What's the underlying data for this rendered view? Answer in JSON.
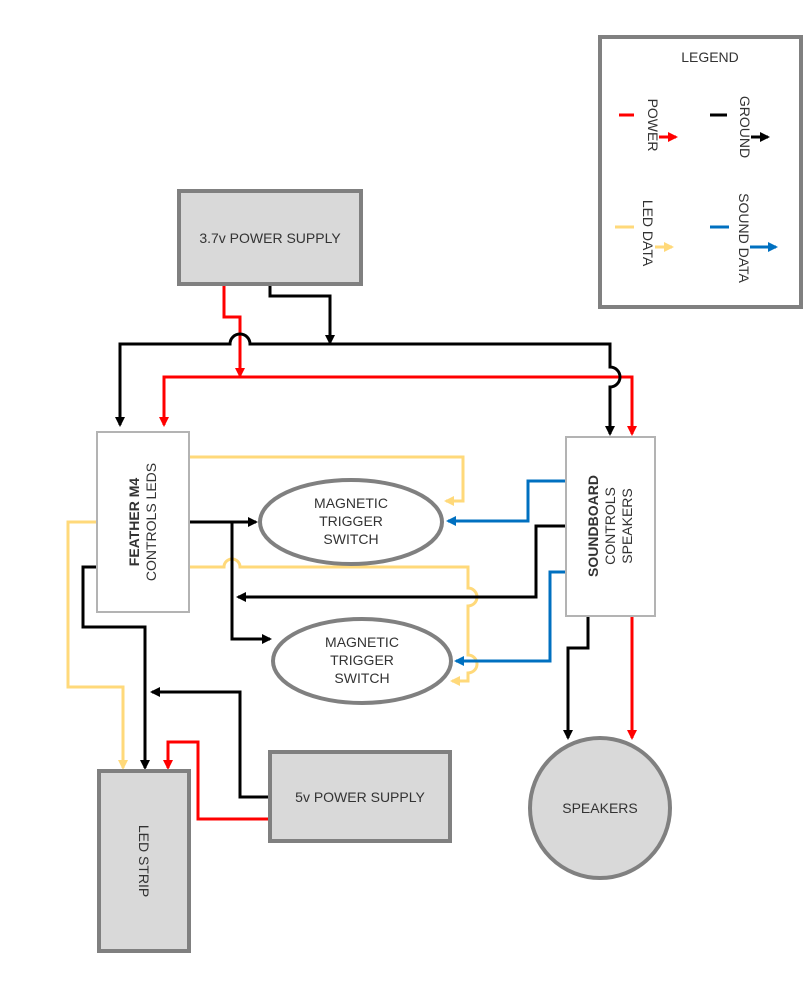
{
  "colors": {
    "power": "#ff0000",
    "ground": "#000000",
    "led_data": "#ffd97a",
    "sound_data": "#0070c0",
    "box_fill": "#d9d9d9",
    "box_border": "#808080",
    "controller_border": "#b3b3b3",
    "text": "#333333"
  },
  "legend": {
    "title": "LEGEND",
    "items": [
      {
        "key": "power",
        "label": "POWER"
      },
      {
        "key": "ground",
        "label": "GROUND"
      },
      {
        "key": "led_data",
        "label": "LED DATA"
      },
      {
        "key": "sound_data",
        "label": "SOUND DATA"
      }
    ]
  },
  "nodes": {
    "power_37": {
      "label": "3.7v POWER SUPPLY"
    },
    "feather": {
      "title": "FEATHER M4",
      "subtitle": "CONTROLS LEDS"
    },
    "soundboard": {
      "title": "SOUNDBOARD",
      "line2": "CONTROLS",
      "line3": "SPEAKERS"
    },
    "switch_1": {
      "lines": [
        "MAGNETIC",
        "TRIGGER",
        "SWITCH"
      ]
    },
    "switch_2": {
      "lines": [
        "MAGNETIC",
        "TRIGGER",
        "SWITCH"
      ]
    },
    "led_strip": {
      "label": "LED STRIP"
    },
    "power_5": {
      "label": "5v POWER SUPPLY"
    },
    "speakers": {
      "label": "SPEAKERS"
    }
  },
  "connections": [
    {
      "from": "3.7v POWER SUPPLY",
      "to": "FEATHER M4",
      "type": "power"
    },
    {
      "from": "3.7v POWER SUPPLY",
      "to": "SOUNDBOARD",
      "type": "power"
    },
    {
      "from": "3.7v POWER SUPPLY",
      "to": "FEATHER M4",
      "type": "ground"
    },
    {
      "from": "3.7v POWER SUPPLY",
      "to": "SOUNDBOARD",
      "type": "ground"
    },
    {
      "from": "FEATHER M4",
      "to": "MAGNETIC TRIGGER SWITCH 1",
      "type": "led_data"
    },
    {
      "from": "FEATHER M4",
      "to": "MAGNETIC TRIGGER SWITCH 2",
      "type": "led_data"
    },
    {
      "from": "FEATHER M4",
      "to": "MAGNETIC TRIGGER SWITCH 1",
      "type": "ground"
    },
    {
      "from": "FEATHER M4",
      "to": "MAGNETIC TRIGGER SWITCH 2",
      "type": "ground"
    },
    {
      "from": "SOUNDBOARD",
      "to": "MAGNETIC TRIGGER SWITCH 1",
      "type": "sound_data"
    },
    {
      "from": "SOUNDBOARD",
      "to": "MAGNETIC TRIGGER SWITCH 2",
      "type": "sound_data"
    },
    {
      "from": "SOUNDBOARD",
      "to": "FEATHER M4 ground bus",
      "type": "ground"
    },
    {
      "from": "FEATHER M4",
      "to": "LED STRIP",
      "type": "led_data"
    },
    {
      "from": "FEATHER M4",
      "to": "LED STRIP",
      "type": "ground"
    },
    {
      "from": "5v POWER SUPPLY",
      "to": "LED STRIP",
      "type": "ground"
    },
    {
      "from": "5v POWER SUPPLY",
      "to": "LED STRIP",
      "type": "power"
    },
    {
      "from": "SOUNDBOARD",
      "to": "SPEAKERS",
      "type": "ground"
    },
    {
      "from": "SOUNDBOARD",
      "to": "SPEAKERS",
      "type": "power"
    }
  ]
}
